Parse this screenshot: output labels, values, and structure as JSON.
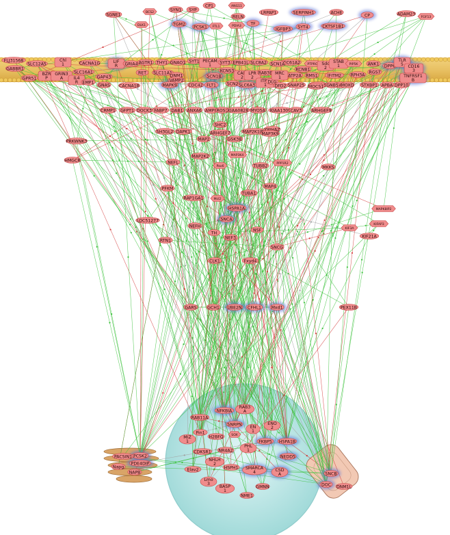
{
  "colors": {
    "activation_edge": "#3cc23c",
    "inhibition_edge": "#d43a3a",
    "neutral_edge": "#a0a0a0",
    "node_fill": "#f08c8c",
    "node_stroke": "#c84848",
    "membrane": "#e6b34c",
    "nucleus": "#bfe9e8",
    "highlight_glow": "#5a6fd6"
  },
  "compartments": [
    "extracellular",
    "plasma-membrane",
    "cytoplasm",
    "nucleus",
    "golgi",
    "mitochondrion"
  ],
  "nodes": {
    "extracellular": [
      "SGNE1",
      "BCS2",
      "SYN1",
      "SYP",
      "CP1",
      "ANG11",
      "RELN",
      "LRPAP1",
      "SERPINH1",
      "ACHE",
      "CP",
      "ADAM23",
      "FGF13",
      "DLK1",
      "TGM2",
      "PCSK1",
      "FTL1",
      "TF",
      "IGFBP3",
      "SYT4",
      "CKTSF1B1",
      "PDIA3"
    ],
    "membrane": [
      "FLJ31568",
      "GABBR1",
      "SLC12A5",
      "Chl 1",
      "CACNA1G",
      "LIF R",
      "GRIA4",
      "AGTR1",
      "THY1",
      "GNAO1",
      "SYT1",
      "PECAM 1",
      "SYT3",
      "EPB41L",
      "SLC8A2",
      "SEC61A2",
      "PTPRO",
      "Sdc 2",
      "STAB 1",
      "PIP5K",
      "ANK1",
      "DPP6",
      "TLR 5",
      "CD16 3",
      "GPR51",
      "BZR P",
      "GRIN3 A",
      "SLC16A1",
      "GAP43",
      "IL4 R",
      "EMP1",
      "GNAS",
      "CACNA1B",
      "SLC11A1",
      "RET",
      "VAMP2",
      "DNM1",
      "KCNS3",
      "CAM 2",
      "LPR 2",
      "RAB3B",
      "ITPR 1",
      "KCNB1",
      "DLG",
      "ATP2A",
      "MRC 1",
      "RMS1",
      "RPH3A",
      "IFITM2",
      "SNAP25",
      "DPYSL3",
      "ENSA",
      "MOCS1",
      "GNB5",
      "MOXD",
      "RGS7",
      "STXBP1",
      "APBA",
      "DPP10",
      "TNFRSF1 B",
      "SCN1B",
      "SCN2",
      "CDC42",
      "FLT1",
      "SLC6A3",
      "MAPK9",
      "DFD2",
      "SCN1A"
    ],
    "cytoplasm": [
      "CRMP1",
      "GFPT1",
      "DOCK3",
      "FABP7",
      "DAB1",
      "ANXA6",
      "AMPH",
      "ROS1",
      "KIAA0828",
      "MYO5A",
      "KIAA1309",
      "CAV3",
      "ARHGEF9",
      "PRKWNK3",
      "HMGCR",
      "SHC2",
      "SH3GL2",
      "DAPK1",
      "ARHGEF7",
      "MAP2K1IP1",
      "YWHAZ",
      "MAP3K9",
      "MAP2",
      "GSK3B",
      "MAP2K2",
      "MAP3K4",
      "NEFL",
      "Pax6",
      "PPP1R2",
      "TUBB2",
      "MKKS",
      "PFKM",
      "RAP1GA1",
      "Mcl2",
      "MAP4",
      "MAPK8IP2",
      "HSPA1A",
      "TUBA1",
      "KIF3A",
      "KIFAP3",
      "KIF21A",
      "LOC51277",
      "NEFH",
      "SNCA",
      "NSF",
      "RTN1",
      "TH",
      "NEF3",
      "SNCG",
      "CLK1",
      "Fxyd4",
      "GARS",
      "GCH1",
      "UBE2N",
      "CFHL1",
      "Mxd1",
      "PEX11B"
    ],
    "nucleus": [
      "RAB11A",
      "NFKBIA",
      "RAB3 A",
      "SNRPN",
      "ENO 2",
      "EN 1",
      "MIZ 1",
      "Pin1",
      "H2BFQ",
      "SOX",
      "FKBP5",
      "HSPA1B",
      "PHL 1",
      "CDKSR1",
      "NR4A2",
      "NHLH 2",
      "HSPH1",
      "NEDD5",
      "SMARCA 4",
      "CSD A",
      "Elav2",
      "Lmo 3",
      "BASP 1",
      "NME1",
      "GMNN"
    ],
    "golgi": [
      "PACSIN1",
      "PCSK2",
      "PDE4DIP",
      "Napg",
      "NAPB"
    ],
    "mitochondrion": [
      "SNCB",
      "DOC",
      "DNM1L"
    ]
  }
}
